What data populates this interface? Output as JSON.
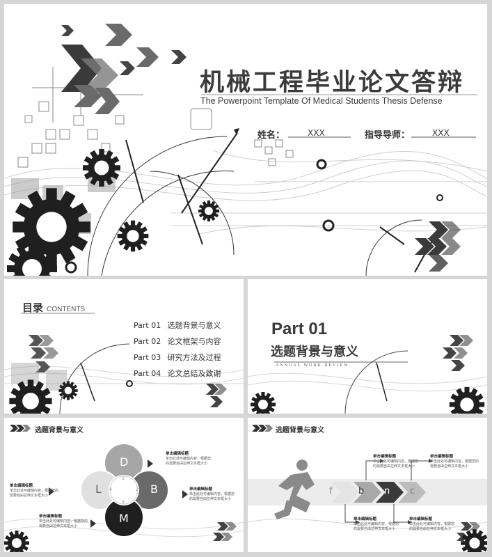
{
  "main": {
    "title": "机械工程毕业论文答辩",
    "subtitle": "The Powerpoint Template Of Medical Students Thesis Defense",
    "name_label": "姓名：",
    "name_value": "XXX",
    "advisor_label": "指导导师：",
    "advisor_value": "XXX"
  },
  "toc": {
    "title": "目录",
    "title_en": "CONTENTS",
    "items": [
      {
        "part": "Part 01",
        "label": "选题背景与意义"
      },
      {
        "part": "Part 02",
        "label": "论文框架与内容"
      },
      {
        "part": "Part 03",
        "label": "研究方法及过程"
      },
      {
        "part": "Part 04",
        "label": "论文总结及致谢"
      }
    ]
  },
  "section": {
    "part": "Part 01",
    "title": "选题背景与意义",
    "tagline": "ANNUAL WORK REVIEW"
  },
  "dlbm": {
    "header": "选题背景与意义",
    "letters": {
      "d": "D",
      "l": "L",
      "b": "B",
      "m": "M"
    },
    "nums": {
      "n1": "1",
      "n2": "2",
      "n3": "3",
      "n4": "4"
    },
    "blocks": [
      {
        "title": "单击编辑标题",
        "body": "单击此处可编辑内容，根据您的需要自由拉伸文本框大小"
      },
      {
        "title": "单击编辑标题",
        "body": "单击此处可编辑内容，根据您的需要自由拉伸文本框大小"
      },
      {
        "title": "单击编辑标题",
        "body": "单击此处可编辑内容，根据您的需要自由拉伸文本框大小"
      },
      {
        "title": "单击编辑标题",
        "body": "单击此处可编辑内容，根据您的需要自由拉伸文本框大小"
      }
    ]
  },
  "runner": {
    "header": "选题背景与意义",
    "letters": [
      "f",
      "b",
      "n",
      "c"
    ],
    "blocks": [
      {
        "title": "单击编辑标题",
        "body": "单击此处可编辑内容，根据您的需要自由拉伸文本框大小"
      },
      {
        "title": "单击编辑标题",
        "body": "单击此处可编辑内容，根据您的需要自由拉伸文本框大小"
      },
      {
        "title": "单击编辑标题",
        "body": "单击此处可编辑内容，根据您的需要自由拉伸文本框大小"
      },
      {
        "title": "单击编辑标题",
        "body": "单击此处可编辑内容，根据您的需要自由拉伸文本框大小"
      }
    ]
  },
  "colors": {
    "dark": "#222222",
    "mid": "#6e6e6e",
    "light": "#b5b5b5",
    "bg": "#ffffff"
  }
}
